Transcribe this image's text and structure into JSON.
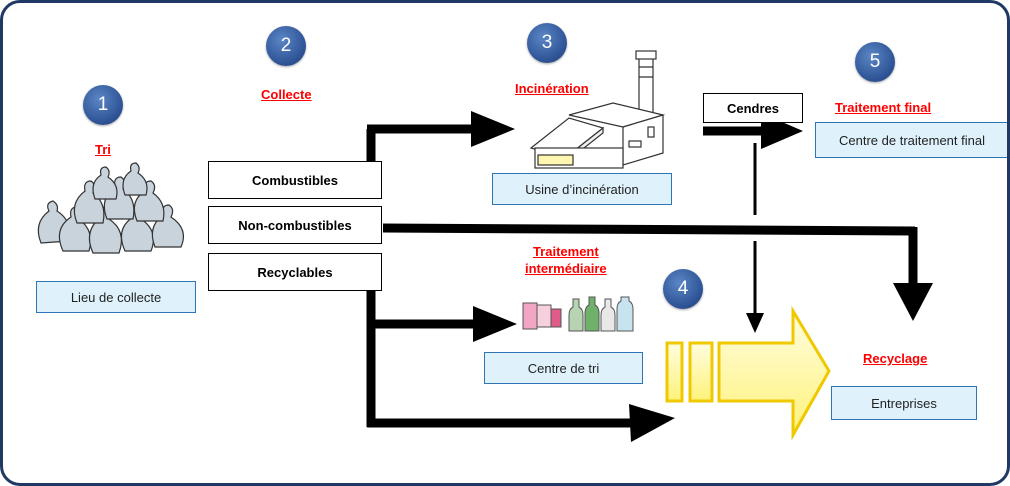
{
  "steps": [
    "1",
    "2",
    "3",
    "4",
    "5"
  ],
  "headings": {
    "tri": "Tri",
    "collecte": "Collecte",
    "incineration": "Incinération",
    "traitement_final": "Traitement final",
    "traitement_intermediaire_l1": "Traitement",
    "traitement_intermediaire_l2": "intermédiaire",
    "recyclage": "Recyclage"
  },
  "boxes": {
    "lieu_collecte": "Lieu de collecte",
    "usine": "Usine d’incinération",
    "centre_final": "Centre de traitement final",
    "centre_tri": "Centre de tri",
    "entreprises": "Entreprises"
  },
  "categories": {
    "combustibles": "Combustibles",
    "non_combustibles": "Non-combustibles",
    "recyclables": "Recyclables",
    "cendres": "Cendres"
  },
  "colors": {
    "border": "#1f3864",
    "step_circle": "#2f5597",
    "heading_red": "#ff0000",
    "box_fill": "#dff2fc",
    "box_border": "#2e75b6",
    "big_arrow_fill": "#fff9a8",
    "big_arrow_stroke": "#f0c800"
  },
  "icons": [
    "garbage-bags-icon",
    "factory-icon",
    "recyclables-icon"
  ]
}
